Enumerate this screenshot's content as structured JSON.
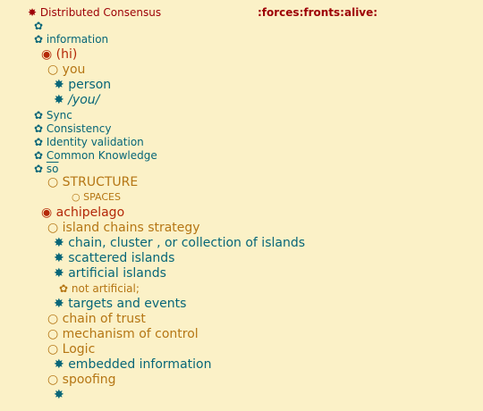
{
  "title": {
    "bullet": "✸",
    "text": "Distributed Consensus"
  },
  "tags": ":forces:fronts:alive:",
  "items": [
    {
      "bullet": "✿",
      "text": ""
    },
    {
      "bullet": "✿",
      "text": "information"
    },
    {
      "bullet": "◉",
      "text": "(hi)"
    },
    {
      "bullet": "○",
      "text": "you"
    },
    {
      "bullet": "✸",
      "text": "person"
    },
    {
      "bullet": "✸",
      "text": "/you/"
    },
    {
      "bullet": "✿",
      "text": "Sync"
    },
    {
      "bullet": "✿",
      "text": "Consistency"
    },
    {
      "bullet": "✿",
      "text": "Identity validation"
    },
    {
      "bullet": "✿",
      "text": "Common Knowledge"
    },
    {
      "bullet": "✿",
      "text": "so"
    },
    {
      "bullet": "○",
      "text": "STRUCTURE"
    },
    {
      "bullet": "○",
      "text": "SPACES"
    },
    {
      "bullet": "◉",
      "text": "achipelago"
    },
    {
      "bullet": "○",
      "text": "island chains strategy"
    },
    {
      "bullet": "✸",
      "text": "chain, cluster , or collection of islands"
    },
    {
      "bullet": "✸",
      "text": "scattered islands"
    },
    {
      "bullet": "✸",
      "text": "artificial islands"
    },
    {
      "bullet": "✿",
      "text": "not artificial;"
    },
    {
      "bullet": "✸",
      "text": "targets and events"
    },
    {
      "bullet": "○",
      "text": "chain of trust"
    },
    {
      "bullet": "○",
      "text": "mechanism of control"
    },
    {
      "bullet": "○",
      "text": "Logic"
    },
    {
      "bullet": "✸",
      "text": "embedded information"
    },
    {
      "bullet": "○",
      "text": "spoofing"
    },
    {
      "bullet": "✸",
      "text": ""
    }
  ]
}
